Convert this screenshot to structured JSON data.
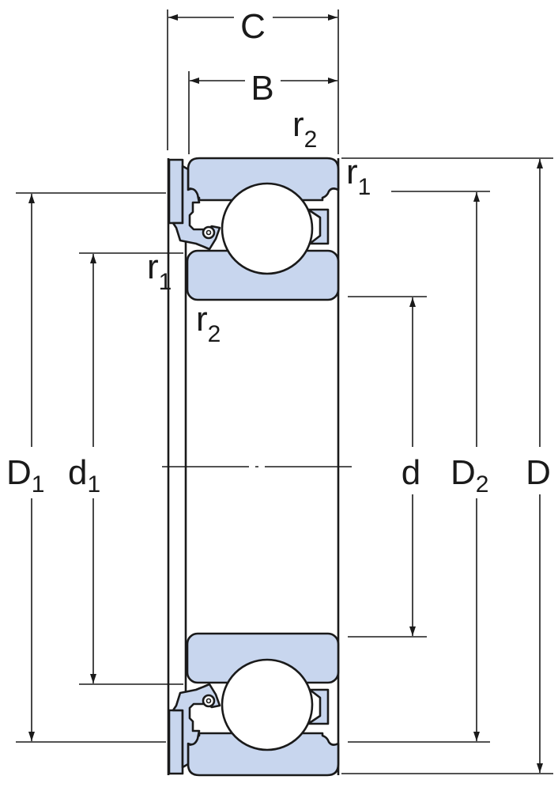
{
  "diagram": {
    "title": "Deep groove ball bearing with shield - dimension drawing",
    "fill_color": "#c8d6ee",
    "line_color": "#1a1a1a",
    "labels": {
      "C": "C",
      "B": "B",
      "r2_top": {
        "base": "r",
        "sub": "2"
      },
      "r1_top": {
        "base": "r",
        "sub": "1"
      },
      "r1_left": {
        "base": "r",
        "sub": "1"
      },
      "r2_left": {
        "base": "r",
        "sub": "2"
      },
      "D1": {
        "base": "D",
        "sub": "1"
      },
      "d1": {
        "base": "d",
        "sub": "1"
      },
      "d": "d",
      "D2": {
        "base": "D",
        "sub": "2"
      },
      "D": "D"
    }
  }
}
